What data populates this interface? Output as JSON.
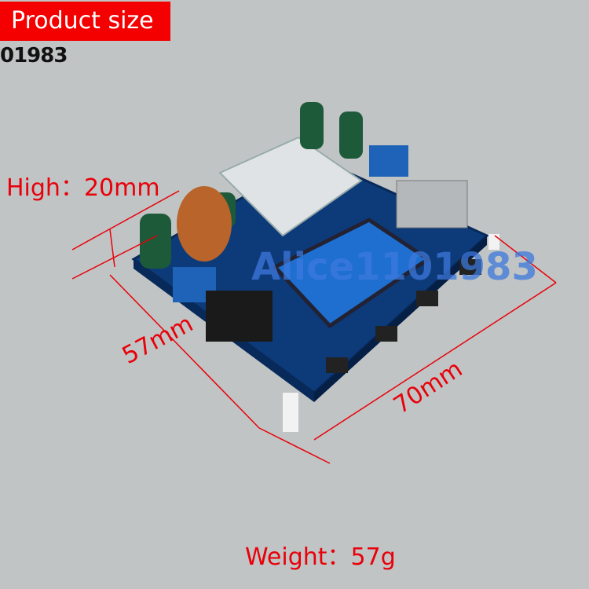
{
  "banner": {
    "title": "Product size"
  },
  "watermark": {
    "corner": "01983",
    "center": "Alice1101983"
  },
  "dimensions": {
    "high": "High：20mm",
    "width": "57mm",
    "length": "70mm"
  },
  "weight": "Weight：57g",
  "colors": {
    "annotation": "#e8000a",
    "banner": "#f40000",
    "board": "#0d3b7a"
  }
}
